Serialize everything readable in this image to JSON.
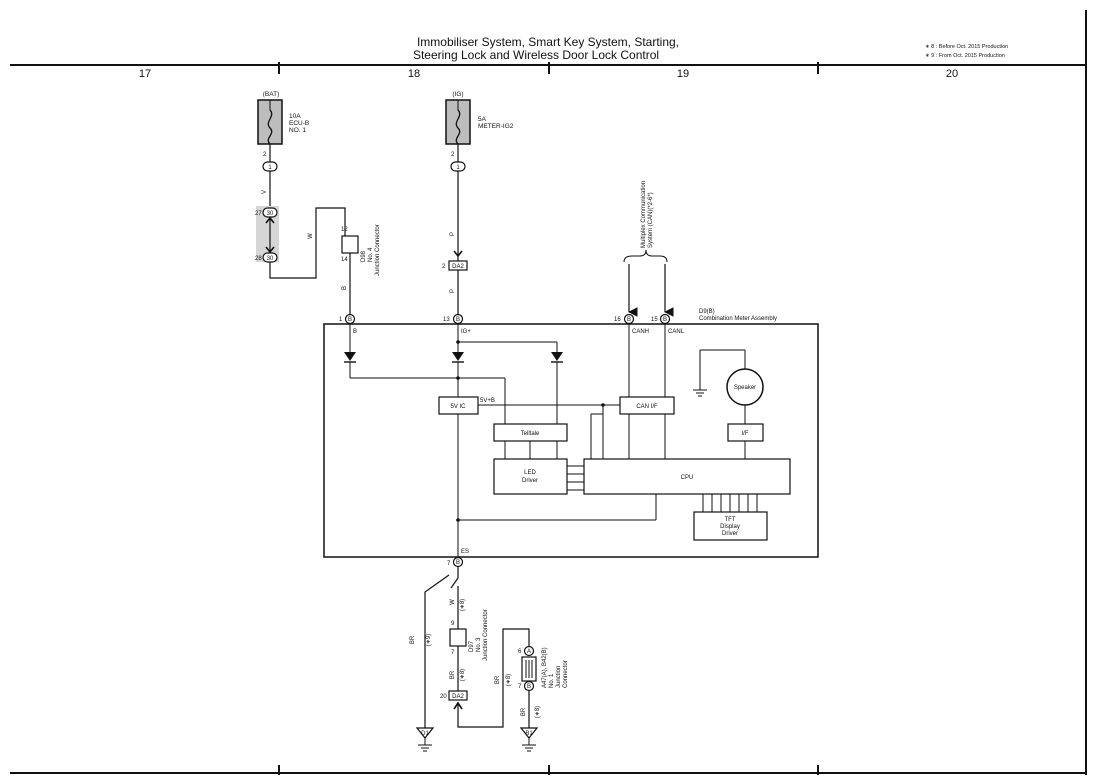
{
  "title": {
    "line1": "Immobiliser System,  Smart Key System,  Starting,",
    "line2": "Steering Lock and Wireless Door Lock Control"
  },
  "legend": {
    "note1": "∗ 8 : Before Oct.  2015 Production",
    "note2": "∗ 9 : From Oct.  2015 Production"
  },
  "columns": [
    "17",
    "18",
    "19",
    "20"
  ],
  "fuses": {
    "bat": {
      "source": "(BAT)",
      "rating": "10A",
      "name1": "ECU-B",
      "name2": "NO. 1",
      "pin": "2",
      "terminal": "1"
    },
    "ig": {
      "source": "(IG)",
      "rating": "5A",
      "name": "METER-IG2",
      "pin": "2",
      "terminal": "1"
    }
  },
  "connectors": {
    "c30": {
      "label": "30",
      "pin": "27"
    },
    "c30b": {
      "label": "30",
      "pin": "28"
    },
    "d98": {
      "code": "D98",
      "name1": "No. 4",
      "name2": "Junction Connector",
      "pin_top": "12",
      "pin_bottom": "14"
    },
    "da2_top": {
      "label": "DA2",
      "pin": "2"
    },
    "d97": {
      "code": "D97",
      "name1": "No. 3",
      "name2": "Junction Connector",
      "pin_top": "9",
      "pin_bottom": "7"
    },
    "da2_bottom": {
      "label": "DA2",
      "pin": "20"
    },
    "a47": {
      "code": "A47(A), B42(B)",
      "name1": "No. 1",
      "name2": "Junction",
      "name3": "Connector",
      "pin_a": "6",
      "label_a": "A",
      "pin_b": "7",
      "label_b": "B"
    }
  },
  "can": {
    "label1": "Multiplex Communication",
    "label2": "System (CAN)(*2-6*)"
  },
  "meter": {
    "code": "D9(B)",
    "name": "Combination Meter Assembly",
    "terminals": {
      "b": {
        "pin": "1",
        "label": "B",
        "conn": "B"
      },
      "ig": {
        "pin": "13",
        "label": "IG+",
        "conn": "B"
      },
      "canh": {
        "pin": "16",
        "label": "CANH",
        "conn": "B"
      },
      "canl": {
        "pin": "15",
        "label": "CANL",
        "conn": "B"
      },
      "es": {
        "pin": "7",
        "label": "ES",
        "conn": "B"
      }
    },
    "blocks": {
      "ic": "5V IC",
      "vb": "5V+B",
      "canif": "CAN I/F",
      "speaker": "Speaker",
      "if": "I/F",
      "telltale": "Telltale",
      "led1": "LED",
      "led2": "Driver",
      "cpu": "CPU",
      "tft1": "TFT",
      "tft2": "Display",
      "tft3": "Driver"
    }
  },
  "wires": {
    "v": "V",
    "w": "W",
    "b": "B",
    "p1": "P",
    "p2": "P",
    "w_lower": "W",
    "w_lower_note": "(∗8)",
    "br_left": "BR",
    "br_left_note": "(∗9)",
    "br_mid": "BR",
    "br_mid_note": "(∗8)",
    "br_right1": "BR",
    "br_right1_note": "(∗8)",
    "br_right2": "BR",
    "br_right2_note": "(∗8)"
  },
  "grounds": {
    "d1": "D1",
    "b1": "B1"
  }
}
